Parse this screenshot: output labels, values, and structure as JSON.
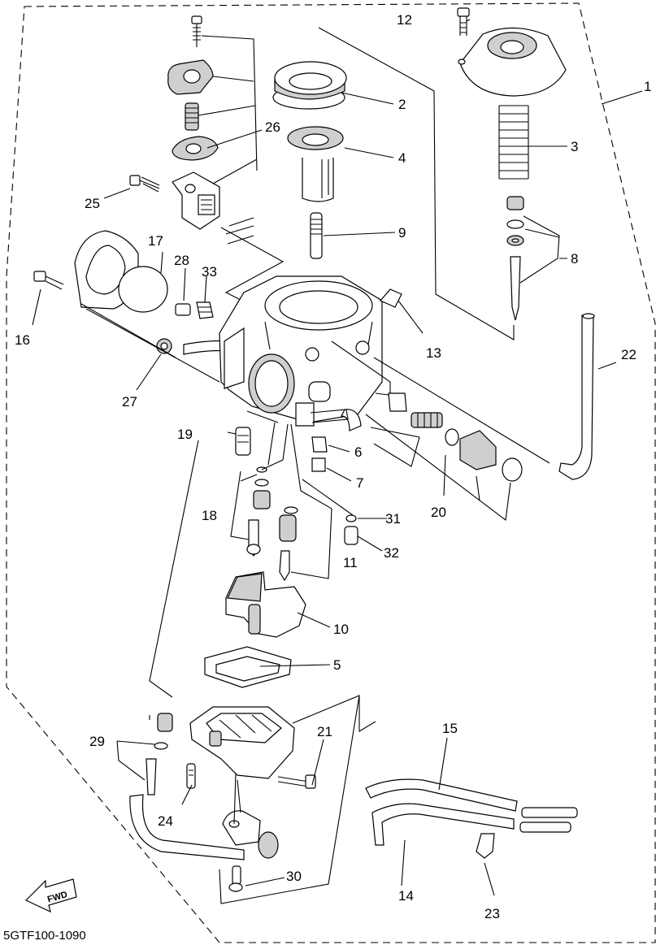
{
  "diagram": {
    "drawing_code": "5GTF100-1090",
    "fwd_label": "FWD",
    "callouts": [
      {
        "id": "c1",
        "text": "1"
      },
      {
        "id": "c2",
        "text": "2"
      },
      {
        "id": "c3",
        "text": "3"
      },
      {
        "id": "c4",
        "text": "4"
      },
      {
        "id": "c5",
        "text": "5"
      },
      {
        "id": "c6",
        "text": "6"
      },
      {
        "id": "c7",
        "text": "7"
      },
      {
        "id": "c8",
        "text": "8"
      },
      {
        "id": "c9",
        "text": "9"
      },
      {
        "id": "c10",
        "text": "10"
      },
      {
        "id": "c11",
        "text": "11"
      },
      {
        "id": "c12",
        "text": "12"
      },
      {
        "id": "c13",
        "text": "13"
      },
      {
        "id": "c14",
        "text": "14"
      },
      {
        "id": "c15",
        "text": "15"
      },
      {
        "id": "c16",
        "text": "16"
      },
      {
        "id": "c17",
        "text": "17"
      },
      {
        "id": "c18",
        "text": "18"
      },
      {
        "id": "c19",
        "text": "19"
      },
      {
        "id": "c20",
        "text": "20"
      },
      {
        "id": "c21",
        "text": "21"
      },
      {
        "id": "c22",
        "text": "22"
      },
      {
        "id": "c23",
        "text": "23"
      },
      {
        "id": "c24",
        "text": "24"
      },
      {
        "id": "c25",
        "text": "25"
      },
      {
        "id": "c26",
        "text": "26"
      },
      {
        "id": "c27",
        "text": "27"
      },
      {
        "id": "c28",
        "text": "28"
      },
      {
        "id": "c29",
        "text": "29"
      },
      {
        "id": "c30",
        "text": "30"
      },
      {
        "id": "c31",
        "text": "31"
      },
      {
        "id": "c32",
        "text": "32"
      },
      {
        "id": "c33",
        "text": "33"
      }
    ]
  }
}
